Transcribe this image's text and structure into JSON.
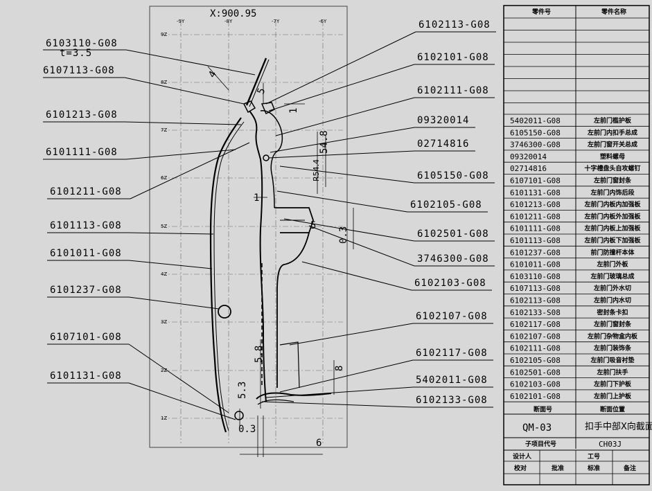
{
  "section_label": "X:900.95",
  "grid": {
    "x_labels": [
      "-9Y",
      "-8Y",
      "-7Y",
      "-6Y"
    ],
    "z_labels": [
      "9Z",
      "8Z",
      "7Z",
      "6Z",
      "5Z",
      "4Z",
      "3Z",
      "2Z",
      "1Z"
    ]
  },
  "callouts_left": [
    "6103110-G08",
    "t=3.5",
    "6107113-G08",
    "6101213-G08",
    "6101111-G08",
    "6101211-G08",
    "6101113-G08",
    "6101011-G08",
    "6101237-G08",
    "6107101-G08",
    "6101131-G08"
  ],
  "callouts_right": [
    "6102113-G08",
    "6102101-G08",
    "6102111-G08",
    "09320014",
    "02714816",
    "6105150-G08",
    "6102105-G08",
    "6102501-G08",
    "3746300-G08",
    "6102103-G08",
    "6102107-G08",
    "6102117-G08",
    "5402011-G08",
    "6102133-G08"
  ],
  "dimensions": [
    "4",
    "5",
    "1",
    "54.8",
    "R54.4",
    "1",
    "5",
    "0.3",
    "5.8",
    "8",
    "5.3",
    "0.3",
    "6"
  ],
  "title_block": {
    "header_part_no": "零件号",
    "header_part_name": "零件名称",
    "parts": [
      [
        "5402011-G08",
        "左前门槛护板"
      ],
      [
        "6105150-G08",
        "左前门内扣手总成"
      ],
      [
        "3746300-G08",
        "左前门窗开关总成"
      ],
      [
        "09320014",
        "塑料螺母"
      ],
      [
        "02714816",
        "十字槽盘头自攻螺钉"
      ],
      [
        "6107101-G08",
        "左前门窗封条"
      ],
      [
        "6101131-G08",
        "左前门内饰后段"
      ],
      [
        "6101213-G08",
        "左前门内板内加强板"
      ],
      [
        "6101211-G08",
        "左前门内板外加强板"
      ],
      [
        "6101111-G08",
        "左前门内板上加强板"
      ],
      [
        "6101113-G08",
        "左前门内板下加强板"
      ],
      [
        "6101237-G08",
        "前门防撞杆本体"
      ],
      [
        "6101011-G08",
        "左前门外板"
      ],
      [
        "6103110-G08",
        "左前门玻璃总成"
      ],
      [
        "6107113-G08",
        "左前门外水切"
      ],
      [
        "6102113-G08",
        "左前门内水切"
      ],
      [
        "6102133-S08",
        "密封条卡扣"
      ],
      [
        "6102117-G08",
        "左前门窗封条"
      ],
      [
        "6102107-G08",
        "左前门杂物盒内板"
      ],
      [
        "6102111-G08",
        "左前门装饰条"
      ],
      [
        "6102105-G08",
        "左前门吸音衬垫"
      ],
      [
        "6102501-G08",
        "左前门扶手"
      ],
      [
        "6102103-G08",
        "左前门下护板"
      ],
      [
        "6102101-G08",
        "左前门上护板"
      ]
    ],
    "section_no_label": "断面号",
    "section_pos_label": "断面位置",
    "section_no": "QM-03",
    "section_pos": "扣手中部X向截面",
    "subproject_label": "子项目代号",
    "subproject": "CH03J",
    "designer_label": "设计人",
    "process_label": "工号",
    "check_label": "校对",
    "approve_label": "批准",
    "standard_label": "标准",
    "remark_label": "备注"
  }
}
